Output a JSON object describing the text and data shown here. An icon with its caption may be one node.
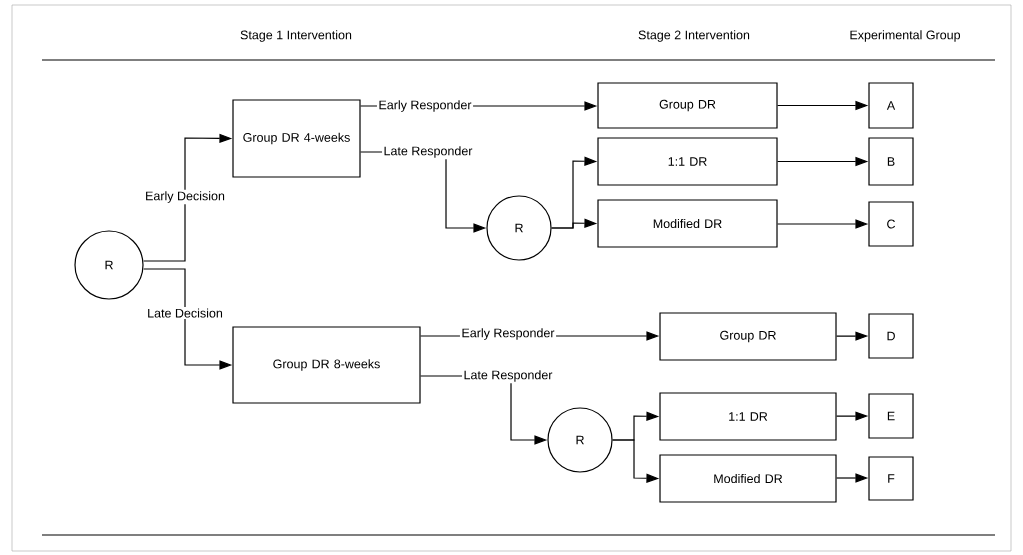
{
  "diagram": {
    "nodes": [
      {
        "text": [
          "R"
        ]
      },
      {
        "text": [
          "Group DR 4-weeks"
        ]
      },
      {
        "text": [
          "Group DR"
        ]
      },
      {
        "text": [
          "A"
        ]
      },
      {
        "text": [
          "R"
        ]
      },
      {
        "text": [
          "1:1 DR"
        ]
      },
      {
        "text": [
          "B"
        ]
      },
      {
        "text": [
          "Modified DR"
        ]
      },
      {
        "text": [
          "C"
        ]
      },
      {
        "text": [
          "Group DR 8-weeks"
        ]
      },
      {
        "text": [
          "Group DR"
        ]
      },
      {
        "text": [
          "D"
        ]
      },
      {
        "text": [
          "R"
        ]
      },
      {
        "text": [
          "1:1 DR"
        ]
      },
      {
        "text": [
          "E"
        ]
      },
      {
        "text": [
          "Modified DR"
        ]
      },
      {
        "text": [
          "F"
        ]
      }
    ],
    "edges": [
      {
        "from": 0,
        "to": 1,
        "arrow": "to",
        "label": "Early Decision"
      },
      {
        "from": 0,
        "to": 9,
        "arrow": "to",
        "label": "Late Decision"
      },
      {
        "from": 1,
        "to": 2,
        "arrow": "to",
        "label": "Early Responder"
      },
      {
        "from": 1,
        "to": 4,
        "arrow": "to",
        "label": "Late Responder"
      },
      {
        "from": 2,
        "to": 3,
        "arrow": "to"
      },
      {
        "from": 4,
        "to": 5,
        "arrow": "to"
      },
      {
        "from": 4,
        "to": 7,
        "arrow": "to"
      },
      {
        "from": 5,
        "to": 6,
        "arrow": "to"
      },
      {
        "from": 7,
        "to": 8,
        "arrow": "to"
      },
      {
        "from": 9,
        "to": 10,
        "arrow": "to",
        "label": "Early Responder"
      },
      {
        "from": 9,
        "to": 12,
        "arrow": "to",
        "label": "Late Responder"
      },
      {
        "from": 10,
        "to": 11,
        "arrow": "to"
      },
      {
        "from": 12,
        "to": 13,
        "arrow": "to"
      },
      {
        "from": 12,
        "to": 15,
        "arrow": "to"
      },
      {
        "from": 13,
        "to": 14,
        "arrow": "to"
      },
      {
        "from": 15,
        "to": 16,
        "arrow": "to"
      }
    ],
    "labels": [
      "Stage 1 Intervention",
      "Stage 2 Intervention",
      "Experimental Group"
    ]
  }
}
